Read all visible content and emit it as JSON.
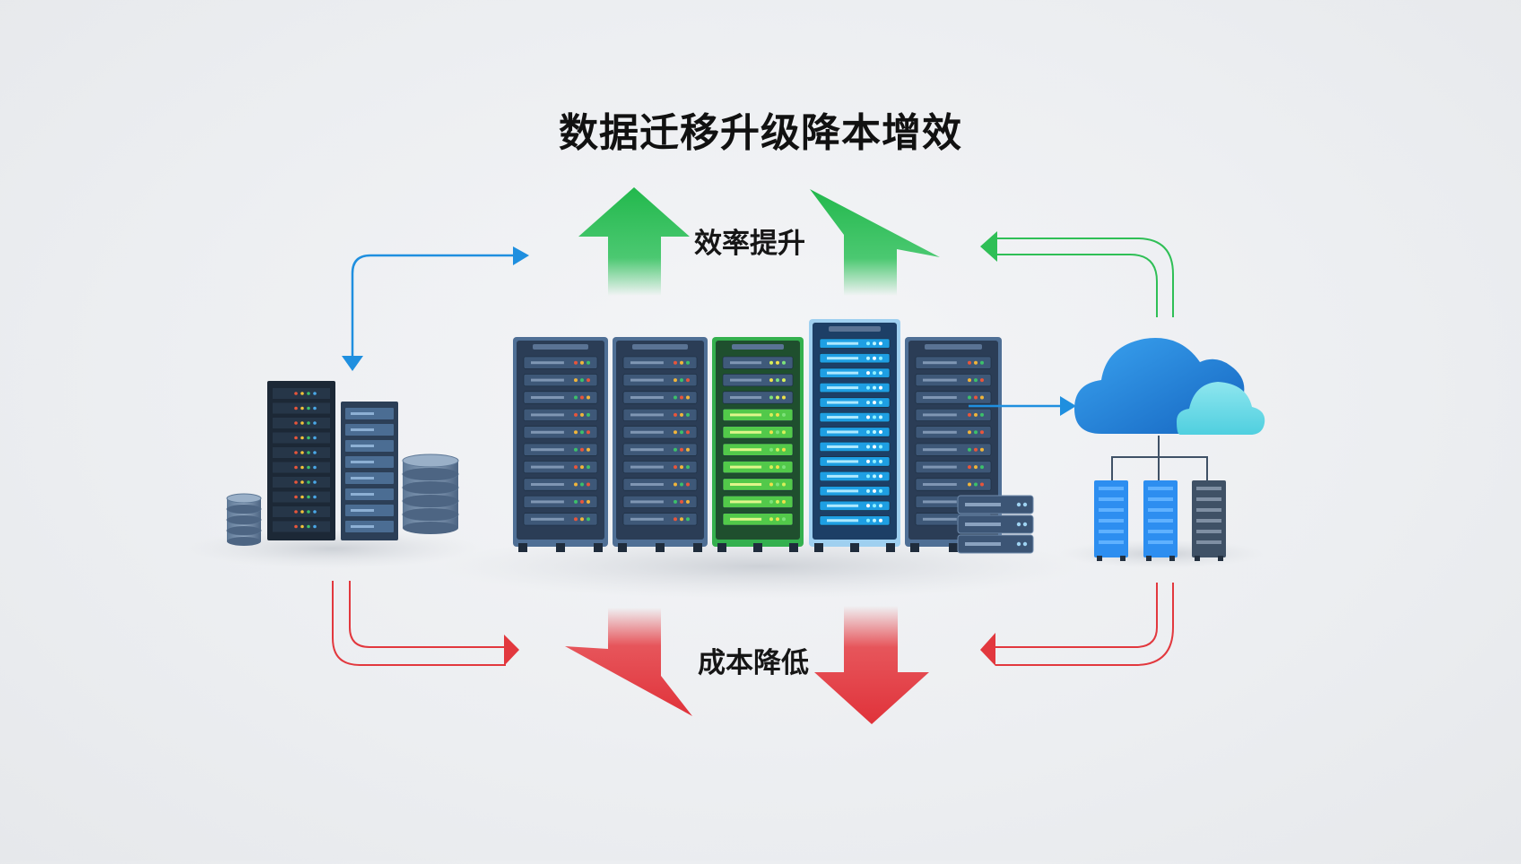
{
  "title": "数据迁移升级降本增效",
  "labels": {
    "efficiency": "效率提升",
    "cost": "成本降低"
  },
  "colors": {
    "green": "#27c04f",
    "red": "#e33a3f",
    "blue": "#1f8fdf",
    "rack_dark": "#2c3e55",
    "rack_blue": "#3a6f9e",
    "cloud": "#1e88e5",
    "cloud_light": "#64d7e6"
  },
  "icons": [
    "legacy-server-icon",
    "database-icon",
    "server-rack-icon",
    "cloud-icon",
    "arrow-up-icon",
    "arrow-down-icon"
  ]
}
